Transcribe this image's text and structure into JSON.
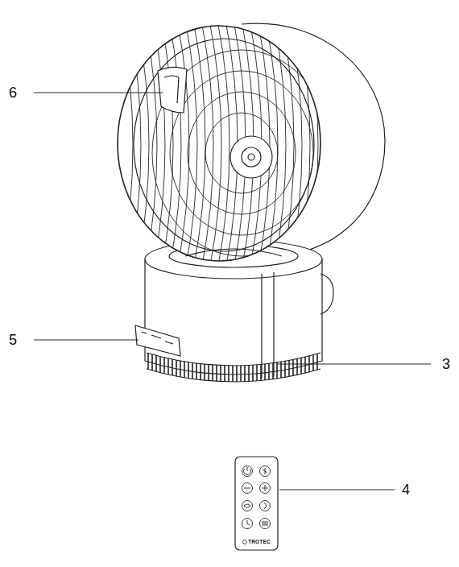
{
  "diagram": {
    "labels": [
      "6",
      "5",
      "3",
      "4",
      "TROTEC"
    ]
  }
}
